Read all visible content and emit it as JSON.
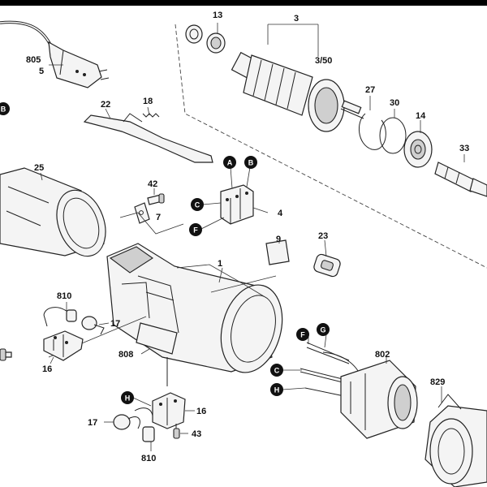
{
  "labels": {
    "p805": "805",
    "p5": "5",
    "p13": "13",
    "p3": "3",
    "p3_50": "3/50",
    "p27": "27",
    "p30": "30",
    "p14": "14",
    "p33": "33",
    "p22": "22",
    "p18": "18",
    "p25": "25",
    "p42": "42",
    "p7": "7",
    "p4": "4",
    "p9": "9",
    "p23": "23",
    "p1": "1",
    "p810a": "810",
    "p17a": "17",
    "p16a": "16",
    "p808": "808",
    "p802": "802",
    "p829": "829",
    "p16b": "16",
    "p17b": "17",
    "p43": "43",
    "p810b": "810"
  },
  "badges": {
    "a": "A",
    "b_top": "B",
    "b_edge": "B",
    "c_top": "C",
    "f_top": "F",
    "f_right": "F",
    "g": "G",
    "c_right": "C",
    "h_right": "H",
    "h_bottom": "H"
  },
  "colors": {
    "ink": "#111111",
    "badge": "#111111",
    "paper": "#ffffff"
  }
}
